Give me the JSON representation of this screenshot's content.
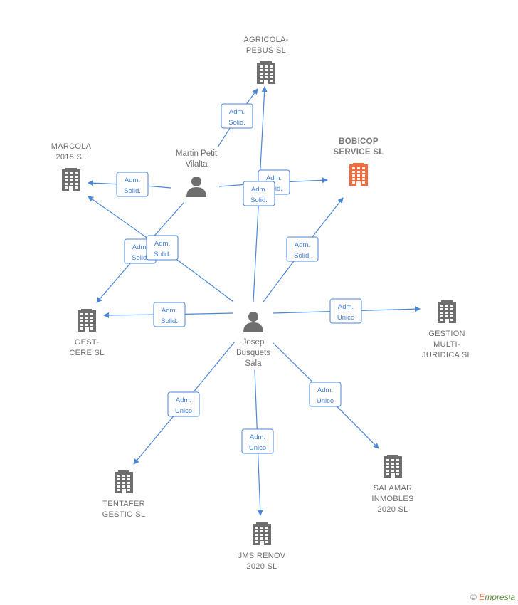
{
  "colors": {
    "edge": "#4a86d8",
    "company": "#6e6e6e",
    "highlight": "#f26a3d",
    "person": "#6e6e6e"
  },
  "companies": [
    {
      "id": "agricola",
      "lines": [
        "AGRICOLA-",
        "PEBUS  SL"
      ],
      "highlight": false
    },
    {
      "id": "bobicop",
      "lines": [
        "BOBICOP",
        "SERVICE  SL"
      ],
      "highlight": true
    },
    {
      "id": "marcola",
      "lines": [
        "MARCOLA",
        "2015  SL"
      ],
      "highlight": false
    },
    {
      "id": "gestcere",
      "lines": [
        "GEST-",
        "CERE  SL"
      ],
      "highlight": false
    },
    {
      "id": "gestion",
      "lines": [
        "GESTION",
        "MULTI-",
        "JURIDICA  SL"
      ],
      "highlight": false
    },
    {
      "id": "salamar",
      "lines": [
        "SALAMAR",
        "INMOBLES",
        "2020  SL"
      ],
      "highlight": false
    },
    {
      "id": "jms",
      "lines": [
        "JMS RENOV",
        "2020  SL"
      ],
      "highlight": false
    },
    {
      "id": "tentafer",
      "lines": [
        "TENTAFER",
        "GESTIO  SL"
      ],
      "highlight": false
    }
  ],
  "persons": [
    {
      "id": "martin",
      "lines": [
        "Martin Petit",
        "Vilalta"
      ]
    },
    {
      "id": "josep",
      "lines": [
        "Josep",
        "Busquets",
        "Sala"
      ]
    }
  ],
  "relations": [
    {
      "from": "martin",
      "to": "agricola",
      "lines": [
        "Adm.",
        "Solid."
      ]
    },
    {
      "from": "martin",
      "to": "marcola",
      "lines": [
        "Adm.",
        "Solid."
      ]
    },
    {
      "from": "martin",
      "to": "bobicop",
      "lines": [
        "Adm.",
        "Solid."
      ]
    },
    {
      "from": "martin",
      "to": "gestcere",
      "lines": [
        "Adm.",
        "Solid."
      ]
    },
    {
      "from": "josep",
      "to": "agricola",
      "lines": [
        "Adm.",
        "Solid."
      ]
    },
    {
      "from": "josep",
      "to": "marcola",
      "lines": [
        "Adm.",
        "Solid."
      ]
    },
    {
      "from": "josep",
      "to": "bobicop",
      "lines": [
        "Adm.",
        "Solid."
      ]
    },
    {
      "from": "josep",
      "to": "gestcere",
      "lines": [
        "Adm.",
        "Solid."
      ]
    },
    {
      "from": "josep",
      "to": "gestion",
      "lines": [
        "Adm.",
        "Unico"
      ]
    },
    {
      "from": "josep",
      "to": "salamar",
      "lines": [
        "Adm.",
        "Unico"
      ]
    },
    {
      "from": "josep",
      "to": "jms",
      "lines": [
        "Adm.",
        "Unico"
      ]
    },
    {
      "from": "josep",
      "to": "tentafer",
      "lines": [
        "Adm.",
        "Unico"
      ]
    }
  ],
  "footer": {
    "copyright": "©",
    "brand_e": "E",
    "brand_rest": "mpresia"
  }
}
